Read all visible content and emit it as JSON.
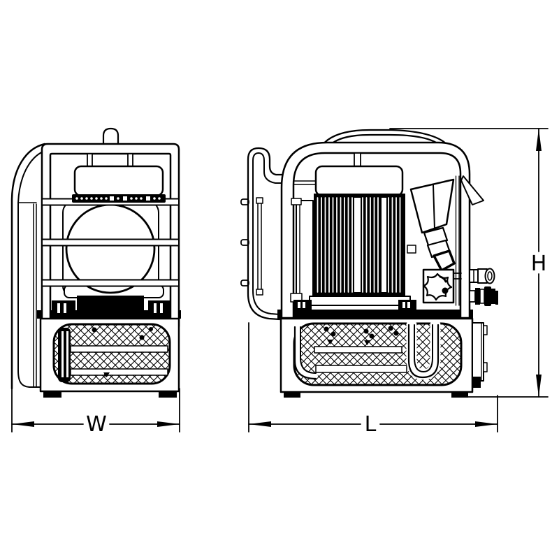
{
  "dimensions": {
    "width": "W",
    "length": "L",
    "height": "H"
  },
  "colors": {
    "background": "#ffffff",
    "line": "#000000"
  },
  "views": {
    "front": {
      "id": "front-view"
    },
    "side": {
      "id": "side-view"
    }
  }
}
